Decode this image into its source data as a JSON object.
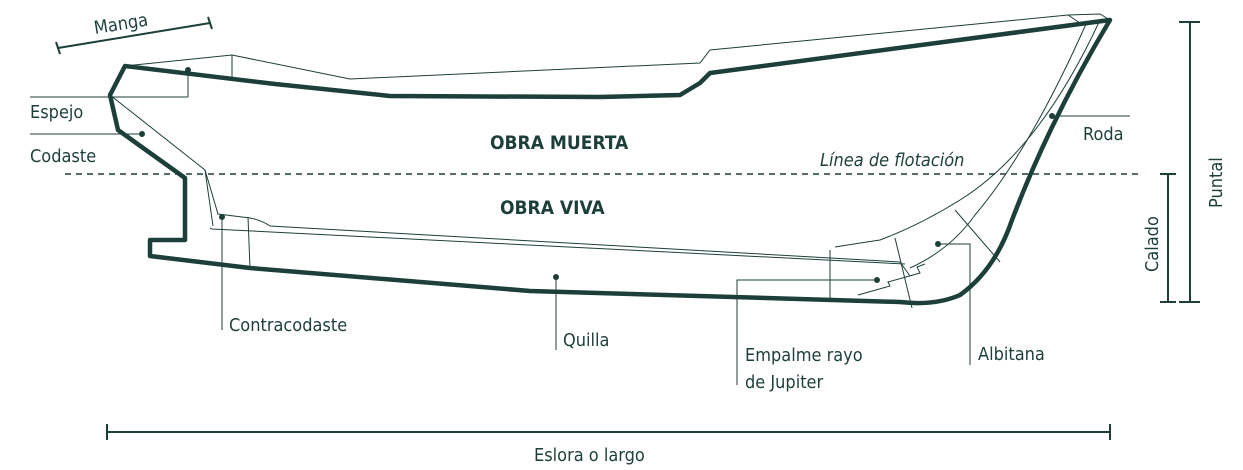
{
  "labels": {
    "manga": "Manga",
    "espejo": "Espejo",
    "codaste": "Codaste",
    "obra_muerta": "OBRA MUERTA",
    "obra_viva": "OBRA VIVA",
    "linea_flotacion": "Línea de flotación",
    "roda": "Roda",
    "puntal": "Puntal",
    "calado": "Calado",
    "contracodaste": "Contracodaste",
    "quilla": "Quilla",
    "empalme_1": "Empalme rayo",
    "empalme_2": "de Jupiter",
    "albitana": "Albitana",
    "eslora": "Eslora o largo"
  },
  "colors": {
    "ink": "#1d3f3a",
    "background": "#ffffff"
  }
}
